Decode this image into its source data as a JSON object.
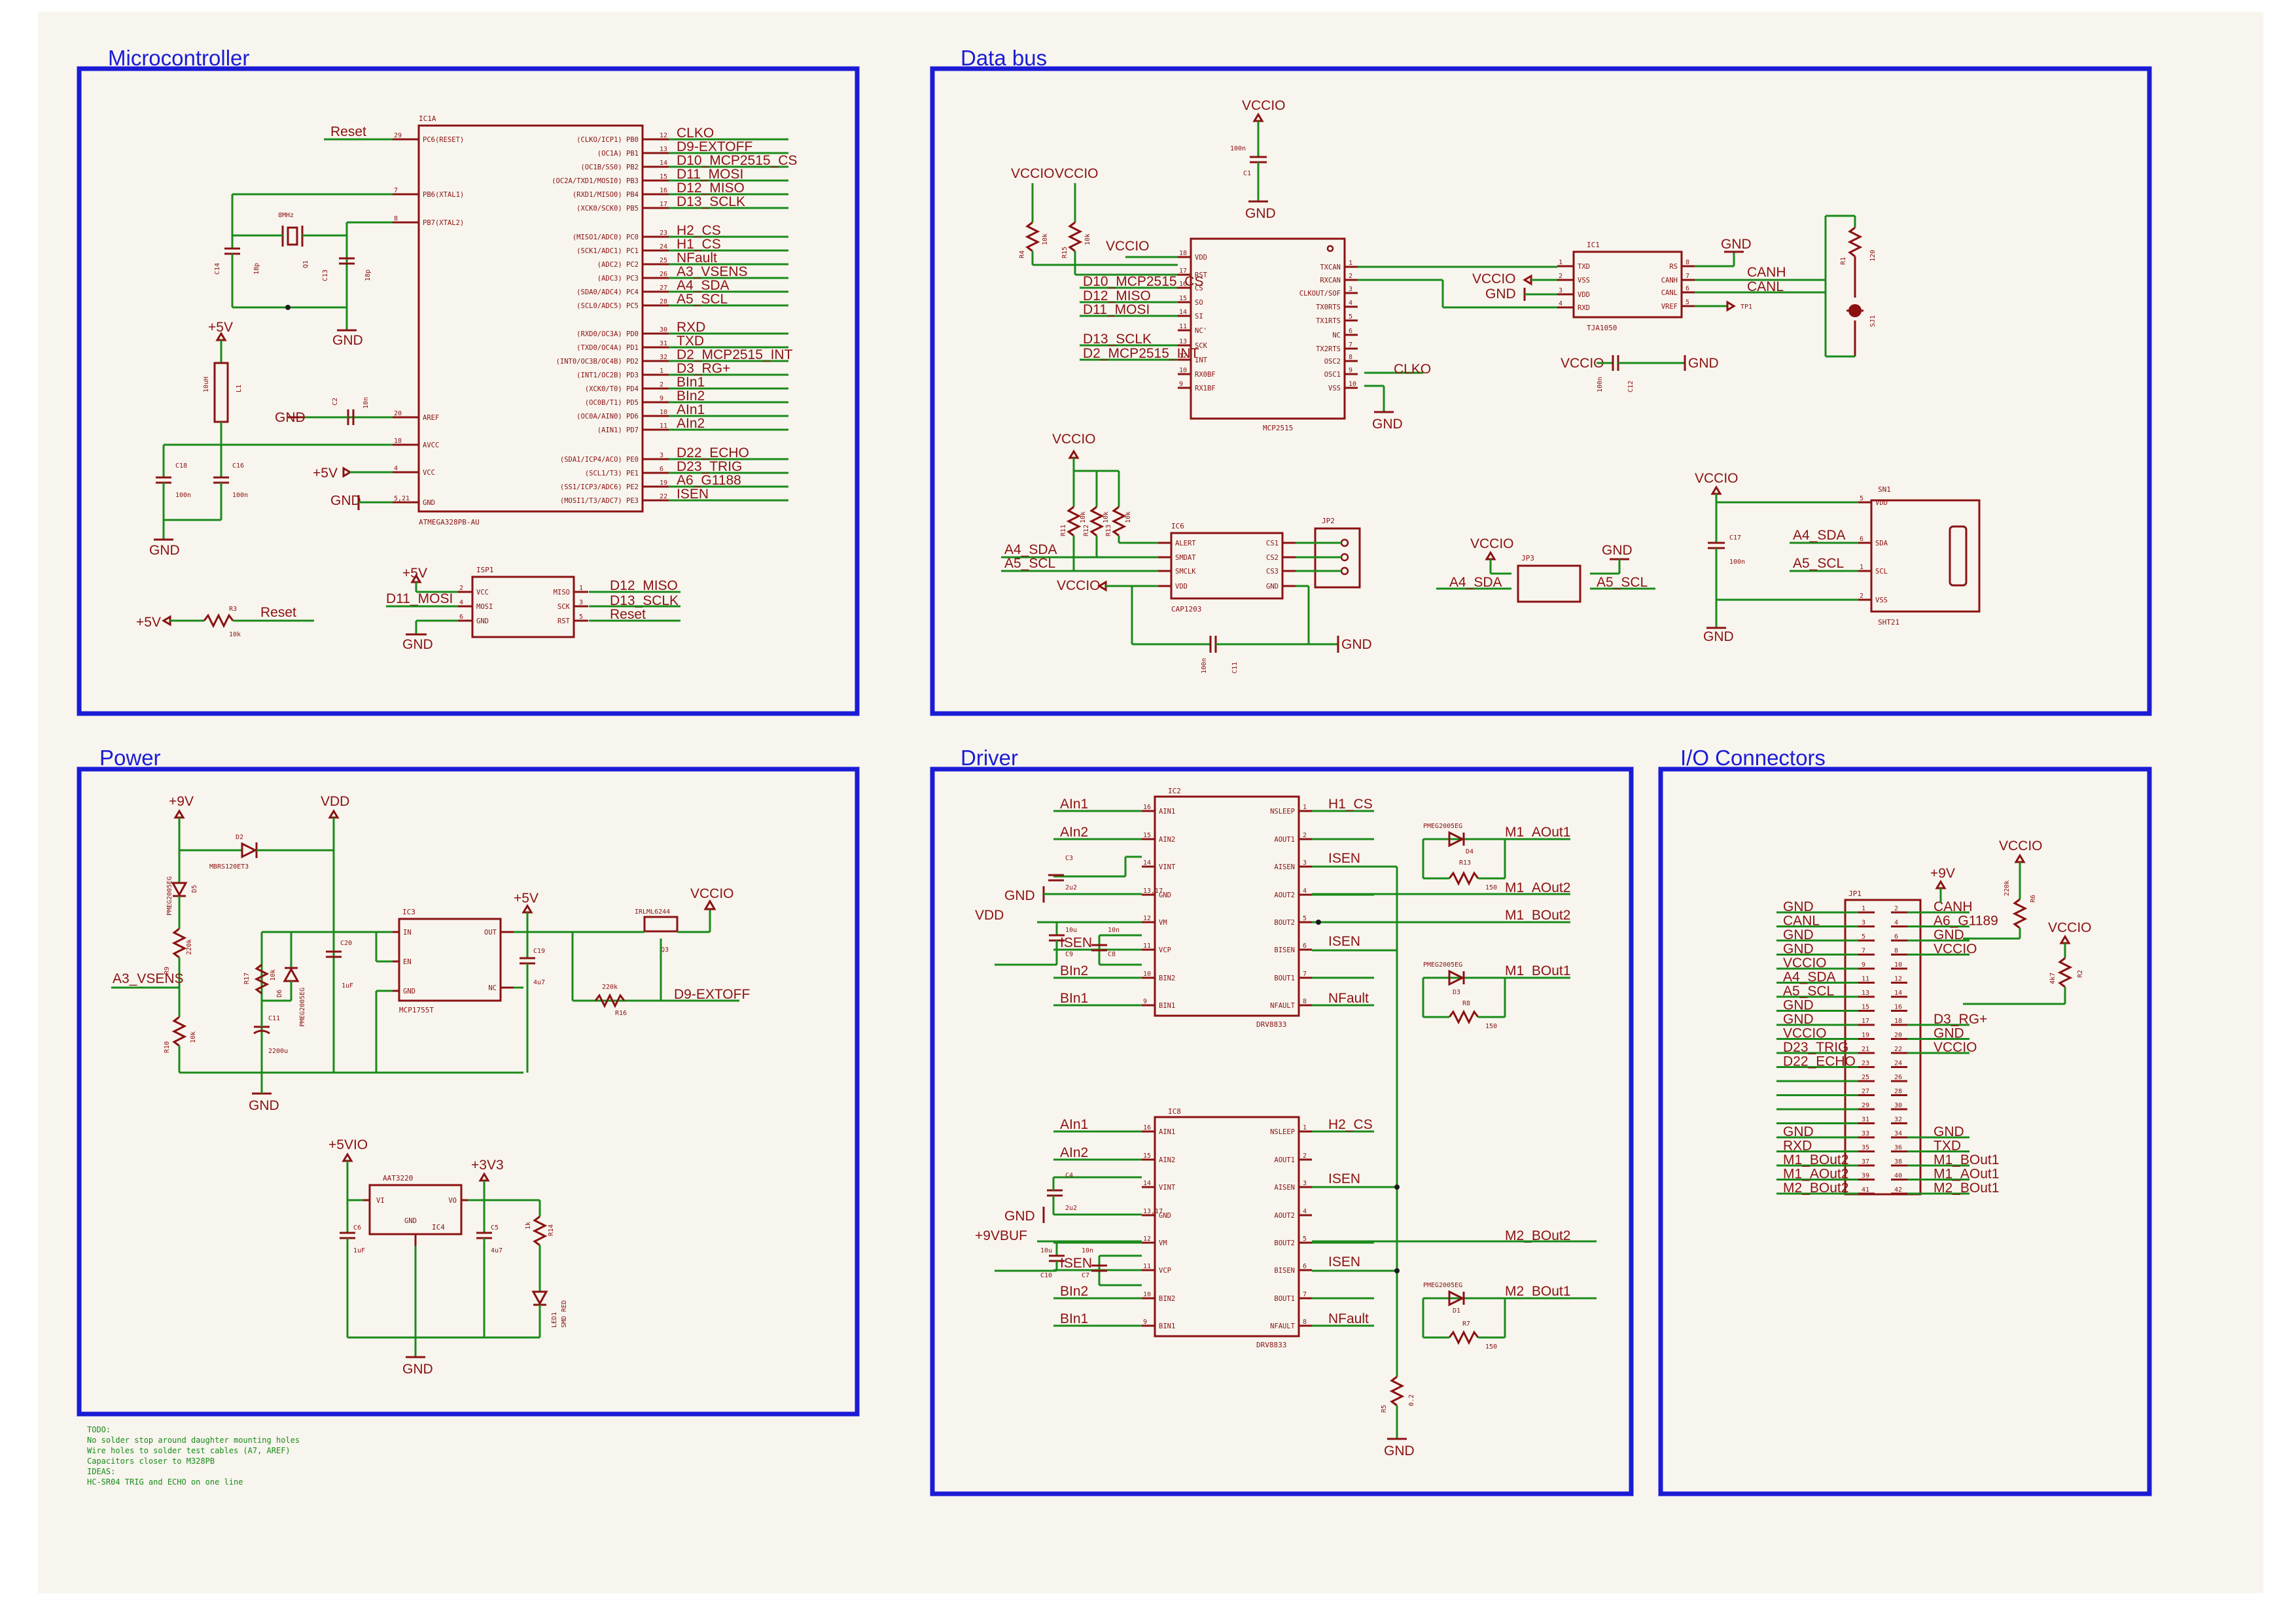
{
  "sections": {
    "microcontroller": "Microcontroller",
    "data_bus": "Data bus",
    "power": "Power",
    "driver": "Driver",
    "io": "I/O Connectors"
  },
  "mcu": {
    "ic_name": "IC1A",
    "ic_value": "ATMEGA328PB-AU",
    "left_pins": [
      {
        "n": "29",
        "name": "PC6(RESET)"
      },
      {
        "n": "7",
        "name": "PB6(XTAL1)"
      },
      {
        "n": "8",
        "name": "PB7(XTAL2)"
      },
      {
        "n": "20",
        "name": "AREF"
      },
      {
        "n": "18",
        "name": "AVCC"
      },
      {
        "n": "4",
        "name": "VCC"
      },
      {
        "n": "5,21",
        "name": "GND"
      }
    ],
    "right_pins": [
      {
        "n": "12",
        "name": "(CLKO/ICP1) PB0",
        "net": "CLKO"
      },
      {
        "n": "13",
        "name": "(OC1A) PB1",
        "net": "D9-EXTOFF"
      },
      {
        "n": "14",
        "name": "(OC1B/SS0) PB2",
        "net": "D10_MCP2515_CS"
      },
      {
        "n": "15",
        "name": "(OC2A/TXD1/MOSI0) PB3",
        "net": "D11_MOSI"
      },
      {
        "n": "16",
        "name": "(RXD1/MISO0) PB4",
        "net": "D12_MISO"
      },
      {
        "n": "17",
        "name": "(XCK0/SCK0) PB5",
        "net": "D13_SCLK"
      },
      {
        "n": "23",
        "name": "(MISO1/ADC0) PC0",
        "net": "H2_CS"
      },
      {
        "n": "24",
        "name": "(SCK1/ADC1) PC1",
        "net": "H1_CS"
      },
      {
        "n": "25",
        "name": "(ADC2) PC2",
        "net": "NFault"
      },
      {
        "n": "26",
        "name": "(ADC3) PC3",
        "net": "A3_VSENS"
      },
      {
        "n": "27",
        "name": "(SDA0/ADC4) PC4",
        "net": "A4_SDA"
      },
      {
        "n": "28",
        "name": "(SCL0/ADC5) PC5",
        "net": "A5_SCL"
      },
      {
        "n": "30",
        "name": "(RXD0/OC3A) PD0",
        "net": "RXD"
      },
      {
        "n": "31",
        "name": "(TXD0/OC4A) PD1",
        "net": "TXD"
      },
      {
        "n": "32",
        "name": "(INT0/OC3B/OC4B) PD2",
        "net": "D2_MCP2515_INT"
      },
      {
        "n": "1",
        "name": "(INT1/OC2B) PD3",
        "net": "D3_RG+"
      },
      {
        "n": "2",
        "name": "(XCK0/T0) PD4",
        "net": "BIn1"
      },
      {
        "n": "9",
        "name": "(OC0B/T1) PD5",
        "net": "BIn2"
      },
      {
        "n": "10",
        "name": "(OC0A/AIN0) PD6",
        "net": "AIn1"
      },
      {
        "n": "11",
        "name": "(AIN1) PD7",
        "net": "AIn2"
      },
      {
        "n": "3",
        "name": "(SDA1/ICP4/ACO) PE0",
        "net": "D22_ECHO"
      },
      {
        "n": "6",
        "name": "(SCL1/T3) PE1",
        "net": "D23_TRIG"
      },
      {
        "n": "19",
        "name": "(SS1/ICP3/ADC6) PE2",
        "net": "A6_G1188"
      },
      {
        "n": "22",
        "name": "(MOSI1/T3/ADC7) PE3",
        "net": "ISEN"
      }
    ],
    "reset_label": "Reset",
    "crystal": {
      "name": "Q1",
      "value": "8MHz",
      "c1": "C14",
      "c1v": "18p",
      "c2": "C13",
      "c2v": "18p"
    },
    "gnd": "GND",
    "plus5v": "+5V",
    "l1": {
      "name": "L1",
      "value": "10uH"
    },
    "c2": {
      "name": "C2",
      "value": "10n"
    },
    "c18": {
      "name": "C18",
      "value": "100n"
    },
    "c16": {
      "name": "C16",
      "value": "100n"
    },
    "isp": {
      "name": "ISP1",
      "left": [
        {
          "n": "2",
          "name": "VCC"
        },
        {
          "n": "4",
          "name": "MOSI"
        },
        {
          "n": "6",
          "name": "GND"
        }
      ],
      "right": [
        {
          "n": "1",
          "name": "MISO"
        },
        {
          "n": "3",
          "name": "SCK"
        },
        {
          "n": "5",
          "name": "RST"
        }
      ],
      "nets": {
        "vcc": "+5V",
        "mosi": "D11_MOSI",
        "gnd": "GND",
        "miso": "D12_MISO",
        "sck": "D13_SCLK",
        "rst": "Reset"
      }
    },
    "r3": {
      "name": "R3",
      "value": "10k",
      "left": "+5V",
      "right": "Reset"
    }
  },
  "databus": {
    "vccio": "VCCIO",
    "gnd": "GND",
    "c1": {
      "name": "C1",
      "value": "100n"
    },
    "r4": {
      "name": "R4",
      "value": "10k"
    },
    "r15": {
      "name": "R15",
      "value": "10k"
    },
    "mcp": {
      "name": "MCP2515",
      "left": [
        {
          "n": "18",
          "name": "VDD"
        },
        {
          "n": "17",
          "name": "RST"
        },
        {
          "n": "16",
          "name": "CS"
        },
        {
          "n": "15",
          "name": "SO"
        },
        {
          "n": "14",
          "name": "SI"
        },
        {
          "n": "11",
          "name": "NC'"
        },
        {
          "n": "13",
          "name": "SCK"
        },
        {
          "n": "12",
          "name": "INT"
        },
        {
          "n": "10",
          "name": "RX0BF"
        },
        {
          "n": "9",
          "name": "RX1BF"
        }
      ],
      "right": [
        {
          "n": "1",
          "name": "TXCAN"
        },
        {
          "n": "2",
          "name": "RXCAN"
        },
        {
          "n": "3",
          "name": "CLKOUT/SOF"
        },
        {
          "n": "4",
          "name": "TX0RTS"
        },
        {
          "n": "5",
          "name": "TX1RTS"
        },
        {
          "n": "6",
          "name": "NC"
        },
        {
          "n": "7",
          "name": "TX2RTS"
        },
        {
          "n": "8",
          "name": "OSC2"
        },
        {
          "n": "9",
          "name": "OSC1"
        },
        {
          "n": "10",
          "name": "VSS"
        }
      ],
      "nets": [
        "D10_MCP2515_CS",
        "D12_MISO",
        "D11_MOSI",
        "D13_SCLK",
        "D2_MCP2515_INT"
      ],
      "clko": "CLKO"
    },
    "tja": {
      "name": "IC1",
      "value": "TJA1050",
      "left": [
        {
          "n": "1",
          "name": "TXD"
        },
        {
          "n": "2",
          "name": "VSS"
        },
        {
          "n": "3",
          "name": "VDD"
        },
        {
          "n": "4",
          "name": "RXD"
        }
      ],
      "right": [
        {
          "n": "8",
          "name": "RS"
        },
        {
          "n": "7",
          "name": "CANH"
        },
        {
          "n": "6",
          "name": "CANL"
        },
        {
          "n": "5",
          "name": "VREF"
        }
      ],
      "canh": "CANH",
      "canl": "CANL",
      "tp": "TP1"
    },
    "r1": {
      "name": "R1",
      "value": "120"
    },
    "sj": "SJ1",
    "c12": {
      "name": "C12",
      "value": "100n"
    },
    "cap": {
      "name": "IC6",
      "value": "CAP1203",
      "left": [
        "ALERT",
        "SMDAT",
        "SMCLK",
        "VDD"
      ],
      "right": [
        "CS1",
        "CS2",
        "CS3",
        "GND"
      ],
      "sda": "A4_SDA",
      "scl": "A5_SCL",
      "jp": "JP2"
    },
    "r11": {
      "name": "R11",
      "value": "10k"
    },
    "r12": {
      "name": "R12",
      "value": "10k"
    },
    "r13": {
      "name": "R13",
      "value": "10k"
    },
    "c11": {
      "name": "C11",
      "value": "100n"
    },
    "jp3": {
      "name": "JP3",
      "sda": "A4_SDA",
      "scl": "A5_SCL"
    },
    "sht": {
      "name": "SN1",
      "value": "SHT21",
      "pins": [
        {
          "n": "5",
          "name": "VDD"
        },
        {
          "n": "6",
          "name": "SDA"
        },
        {
          "n": "1",
          "name": "SCL"
        },
        {
          "n": "2",
          "name": "VSS"
        }
      ],
      "sda": "A4_SDA",
      "scl": "A5_SCL"
    },
    "c17": {
      "name": "C17",
      "value": "100n"
    }
  },
  "power": {
    "plus9v": "+9V",
    "vdd": "VDD",
    "plus5v": "+5V",
    "vccio": "VCCIO",
    "gnd": "GND",
    "d2": {
      "name": "D2",
      "value": "MBRS120ET3"
    },
    "d5": {
      "name": "D5",
      "value": "PMEG2005EG"
    },
    "d6": {
      "name": "D6",
      "value": "PMEG2005EG"
    },
    "r9": {
      "name": "R9",
      "value": "220k"
    },
    "r10": {
      "name": "R10",
      "value": "10k"
    },
    "r17": {
      "name": "R17",
      "value": "10k"
    },
    "a3": "A3_VSENS",
    "c11": {
      "name": "C11",
      "value": "2200u"
    },
    "c20": {
      "name": "C20",
      "value": "1uF"
    },
    "c19": {
      "name": "C19",
      "value": "4u7"
    },
    "ic3": {
      "name": "IC3",
      "value": "MCP1755T",
      "left": [
        "IN",
        "EN",
        "GND"
      ],
      "right": [
        "OUT",
        "NC"
      ]
    },
    "q3": {
      "name": "Q3",
      "value": "IRLML6244"
    },
    "r16": {
      "name": "R16",
      "value": "220k"
    },
    "d9": "D9-EXTOFF",
    "reg2": {
      "plus5vio": "+5VIO",
      "plus3v3": "+3V3",
      "ic4": {
        "name": "IC4",
        "value": "AAT3220",
        "pins": [
          "VI",
          "GND",
          "VO"
        ]
      },
      "c6": {
        "name": "C6",
        "value": "1uF"
      },
      "c5": {
        "name": "C5",
        "value": "4u7"
      },
      "r14": {
        "name": "R14",
        "value": "1k"
      },
      "led": {
        "name": "LED1",
        "value": "SMD RED"
      }
    }
  },
  "driver": {
    "ic2": {
      "name": "IC2",
      "value": "DRV8833",
      "left": [
        {
          "n": "16",
          "name": "AIN1",
          "net": "AIn1"
        },
        {
          "n": "15",
          "name": "AIN2",
          "net": "AIn2"
        },
        {
          "n": "14",
          "name": "VINT",
          "net": ""
        },
        {
          "n": "13,17",
          "name": "GND",
          "net": "GND"
        },
        {
          "n": "12",
          "name": "VM",
          "net": "VDD"
        },
        {
          "n": "11",
          "name": "VCP",
          "net": "ISEN"
        },
        {
          "n": "10",
          "name": "BIN2",
          "net": "BIn2"
        },
        {
          "n": "9",
          "name": "BIN1",
          "net": "BIn1"
        }
      ],
      "right": [
        {
          "n": "1",
          "name": "NSLEEP",
          "net": "H1_CS"
        },
        {
          "n": "2",
          "name": "AOUT1",
          "net": "M1_AOut1"
        },
        {
          "n": "3",
          "name": "AISEN",
          "net": "ISEN"
        },
        {
          "n": "4",
          "name": "AOUT2",
          "net": "M1_AOut2"
        },
        {
          "n": "5",
          "name": "BOUT2",
          "net": "M1_BOut2"
        },
        {
          "n": "6",
          "name": "BISEN",
          "net": "ISEN"
        },
        {
          "n": "7",
          "name": "BOUT1",
          "net": "M1_BOut1"
        },
        {
          "n": "8",
          "name": "NFAULT",
          "net": "NFault"
        }
      ],
      "c3": {
        "name": "C3",
        "value": "2u2"
      },
      "c9": {
        "name": "C9",
        "value": "10u"
      },
      "c8": {
        "name": "C8",
        "value": "10n"
      },
      "d4": {
        "name": "D4",
        "value": "PMEG2005EG"
      },
      "r13": {
        "name": "R13",
        "value": "150"
      },
      "d3": {
        "name": "D3",
        "value": "PMEG2005EG"
      },
      "r8": {
        "name": "R8",
        "value": "150"
      }
    },
    "ic8": {
      "name": "IC8",
      "value": "DRV8833",
      "left": [
        {
          "n": "16",
          "name": "AIN1",
          "net": "AIn1"
        },
        {
          "n": "15",
          "name": "AIN2",
          "net": "AIn2"
        },
        {
          "n": "14",
          "name": "VINT",
          "net": ""
        },
        {
          "n": "13,17",
          "name": "GND",
          "net": "GND"
        },
        {
          "n": "12",
          "name": "VM",
          "net": "+9VBUF"
        },
        {
          "n": "11",
          "name": "VCP",
          "net": "ISEN"
        },
        {
          "n": "10",
          "name": "BIN2",
          "net": "BIn2"
        },
        {
          "n": "9",
          "name": "BIN1",
          "net": "BIn1"
        }
      ],
      "right": [
        {
          "n": "1",
          "name": "NSLEEP",
          "net": "H2_CS"
        },
        {
          "n": "2",
          "name": "AOUT1",
          "net": ""
        },
        {
          "n": "3",
          "name": "AISEN",
          "net": "ISEN"
        },
        {
          "n": "4",
          "name": "AOUT2",
          "net": ""
        },
        {
          "n": "5",
          "name": "BOUT2",
          "net": "M2_BOut2"
        },
        {
          "n": "6",
          "name": "BISEN",
          "net": "ISEN"
        },
        {
          "n": "7",
          "name": "BOUT1",
          "net": "M2_BOut1"
        },
        {
          "n": "8",
          "name": "NFAULT",
          "net": "NFault"
        }
      ],
      "c4": {
        "name": "C4",
        "value": "2u2"
      },
      "c10": {
        "name": "C10",
        "value": "10u"
      },
      "c7": {
        "name": "C7",
        "value": "10n"
      },
      "d1": {
        "name": "D1",
        "value": "PMEG2005EG"
      },
      "r7": {
        "name": "R7",
        "value": "150"
      }
    },
    "r5": {
      "name": "R5",
      "value": "0.2"
    },
    "gnd": "GND"
  },
  "io": {
    "jp": "JP1",
    "left_nets": [
      "GND",
      "CANL",
      "GND",
      "GND",
      "VCCIO",
      "A4_SDA",
      "A5_SCL",
      "GND",
      "GND",
      "VCCIO",
      "D23_TRIG",
      "D22_ECHO",
      "",
      "",
      "",
      "",
      "GND",
      "RXD",
      "M1_BOut2",
      "M1_AOut2",
      "M2_BOut2"
    ],
    "right_nets": [
      "CANH",
      "A6_G1189",
      "GND",
      "VCCIO",
      "",
      "",
      "",
      "",
      "D3_RG+",
      "GND",
      "VCCIO",
      "",
      "",
      "",
      "",
      "",
      "GND",
      "TXD",
      "M1_BOut1",
      "M1_AOut1",
      "M2_BOut1"
    ],
    "plus9v": "+9V",
    "vccio1": "VCCIO",
    "vccio2": "VCCIO",
    "r6": {
      "name": "R6",
      "value": "220k"
    },
    "r2": {
      "name": "R2",
      "value": "4k7"
    }
  },
  "todo": [
    "TODO:",
    "No solder stop around daughter mounting holes",
    "Wire holes to solder test cables (A7, AREF)",
    "Capacitors closer to M328PB",
    "IDEAS:",
    "HC-SR04 TRIG and ECHO on one line"
  ]
}
